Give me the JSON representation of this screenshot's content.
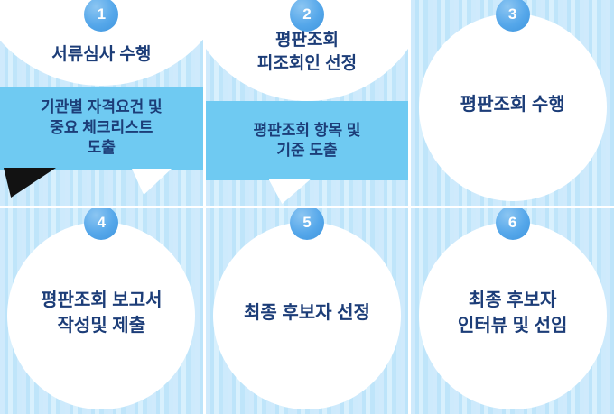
{
  "colors": {
    "badge_blue": "#55a7ea",
    "text_navy": "#1c3d78",
    "detail_box_blue": "#6fcaf2",
    "stripe_light_blue": "#cfeafc",
    "circle_white": "#ffffff"
  },
  "steps": [
    {
      "number": "1",
      "title": "서류심사 수행",
      "box": "기관별 자격요건 및\n중요 체크리스트\n도출"
    },
    {
      "number": "2",
      "title": "평판조회\n피조회인 선정",
      "box": "평판조회 항목 및\n기준 도출"
    },
    {
      "number": "3",
      "title": "평판조회  수행"
    },
    {
      "number": "4",
      "title": "평판조회  보고서\n작성및 제출"
    },
    {
      "number": "5",
      "title": "최종 후보자 선정"
    },
    {
      "number": "6",
      "title": "최종 후보자\n인터뷰 및 선임"
    }
  ]
}
